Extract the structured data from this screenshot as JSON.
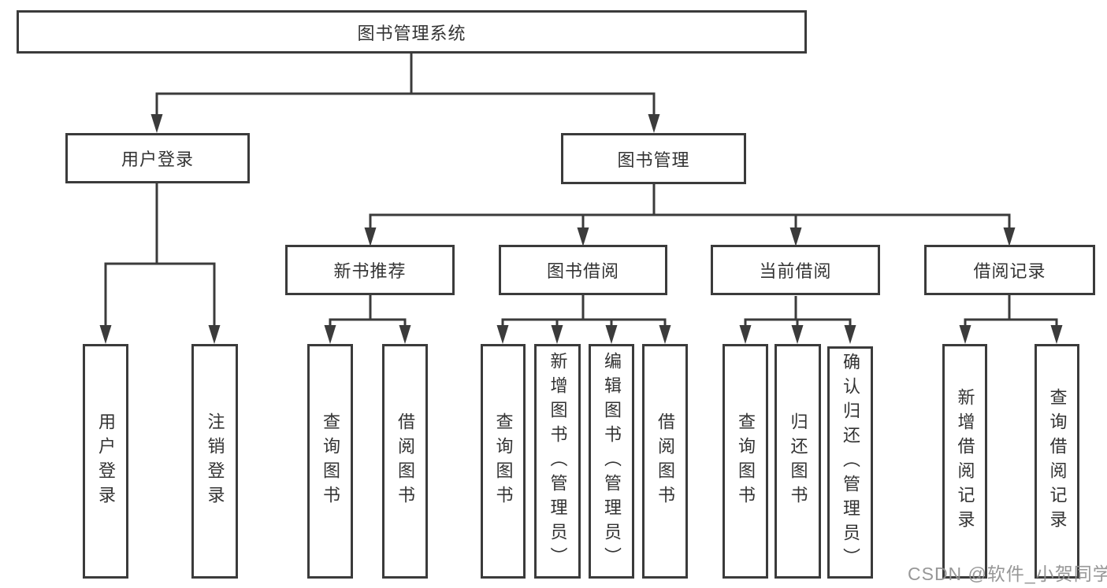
{
  "tree": {
    "root": "图书管理系统",
    "children": [
      {
        "label": "用户登录",
        "children": [
          "用户登录",
          "注销登录"
        ]
      },
      {
        "label": "图书管理",
        "children": [
          {
            "label": "新书推荐",
            "children": [
              "查询图书",
              "借阅图书"
            ]
          },
          {
            "label": "图书借阅",
            "children": [
              "查询图书",
              "新增图书（管理员）",
              "编辑图书（管理员）",
              "借阅图书"
            ]
          },
          {
            "label": "当前借阅",
            "children": [
              "查询图书",
              "归还图书",
              "确认归还（管理员）"
            ]
          },
          {
            "label": "借阅记录",
            "children": [
              "新增借阅记录",
              "查询借阅记录"
            ]
          }
        ]
      }
    ]
  },
  "watermark": {
    "text": "CSDN @软件_小贺同学"
  },
  "colors": {
    "line": "#3b3b3b",
    "box_border": "#3b3b3b",
    "text": "#333333",
    "watermark": "#919191",
    "background": "#ffffff"
  }
}
